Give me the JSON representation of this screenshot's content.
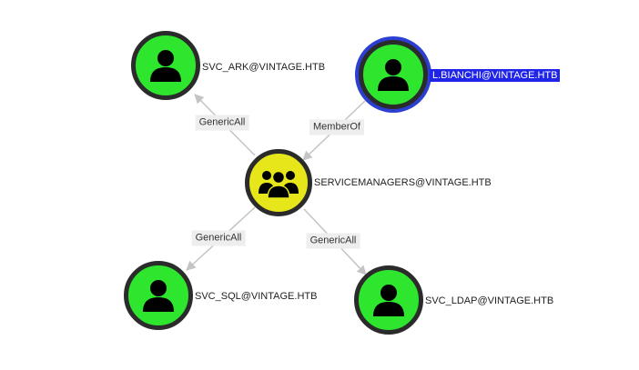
{
  "graph": {
    "colors": {
      "user": "#2ee62e",
      "group": "#e6e61a",
      "outline": "#2b2b2b",
      "selected": "#1f24e8",
      "edge": "#c4c4c4"
    },
    "nodes": {
      "svc_ark": {
        "label": "SVC_ARK@VINTAGE.HTB",
        "kind": "user"
      },
      "l_bianchi": {
        "label": "L.BIANCHI@VINTAGE.HTB",
        "kind": "user",
        "selected": true
      },
      "servicemanagers": {
        "label": "SERVICEMANAGERS@VINTAGE.HTB",
        "kind": "group"
      },
      "svc_sql": {
        "label": "SVC_SQL@VINTAGE.HTB",
        "kind": "user"
      },
      "svc_ldap": {
        "label": "SVC_LDAP@VINTAGE.HTB",
        "kind": "user"
      }
    },
    "edges": [
      {
        "from": "l_bianchi",
        "to": "servicemanagers",
        "label": "MemberOf"
      },
      {
        "from": "servicemanagers",
        "to": "svc_ark",
        "label": "GenericAll"
      },
      {
        "from": "servicemanagers",
        "to": "svc_sql",
        "label": "GenericAll"
      },
      {
        "from": "servicemanagers",
        "to": "svc_ldap",
        "label": "GenericAll"
      }
    ]
  }
}
